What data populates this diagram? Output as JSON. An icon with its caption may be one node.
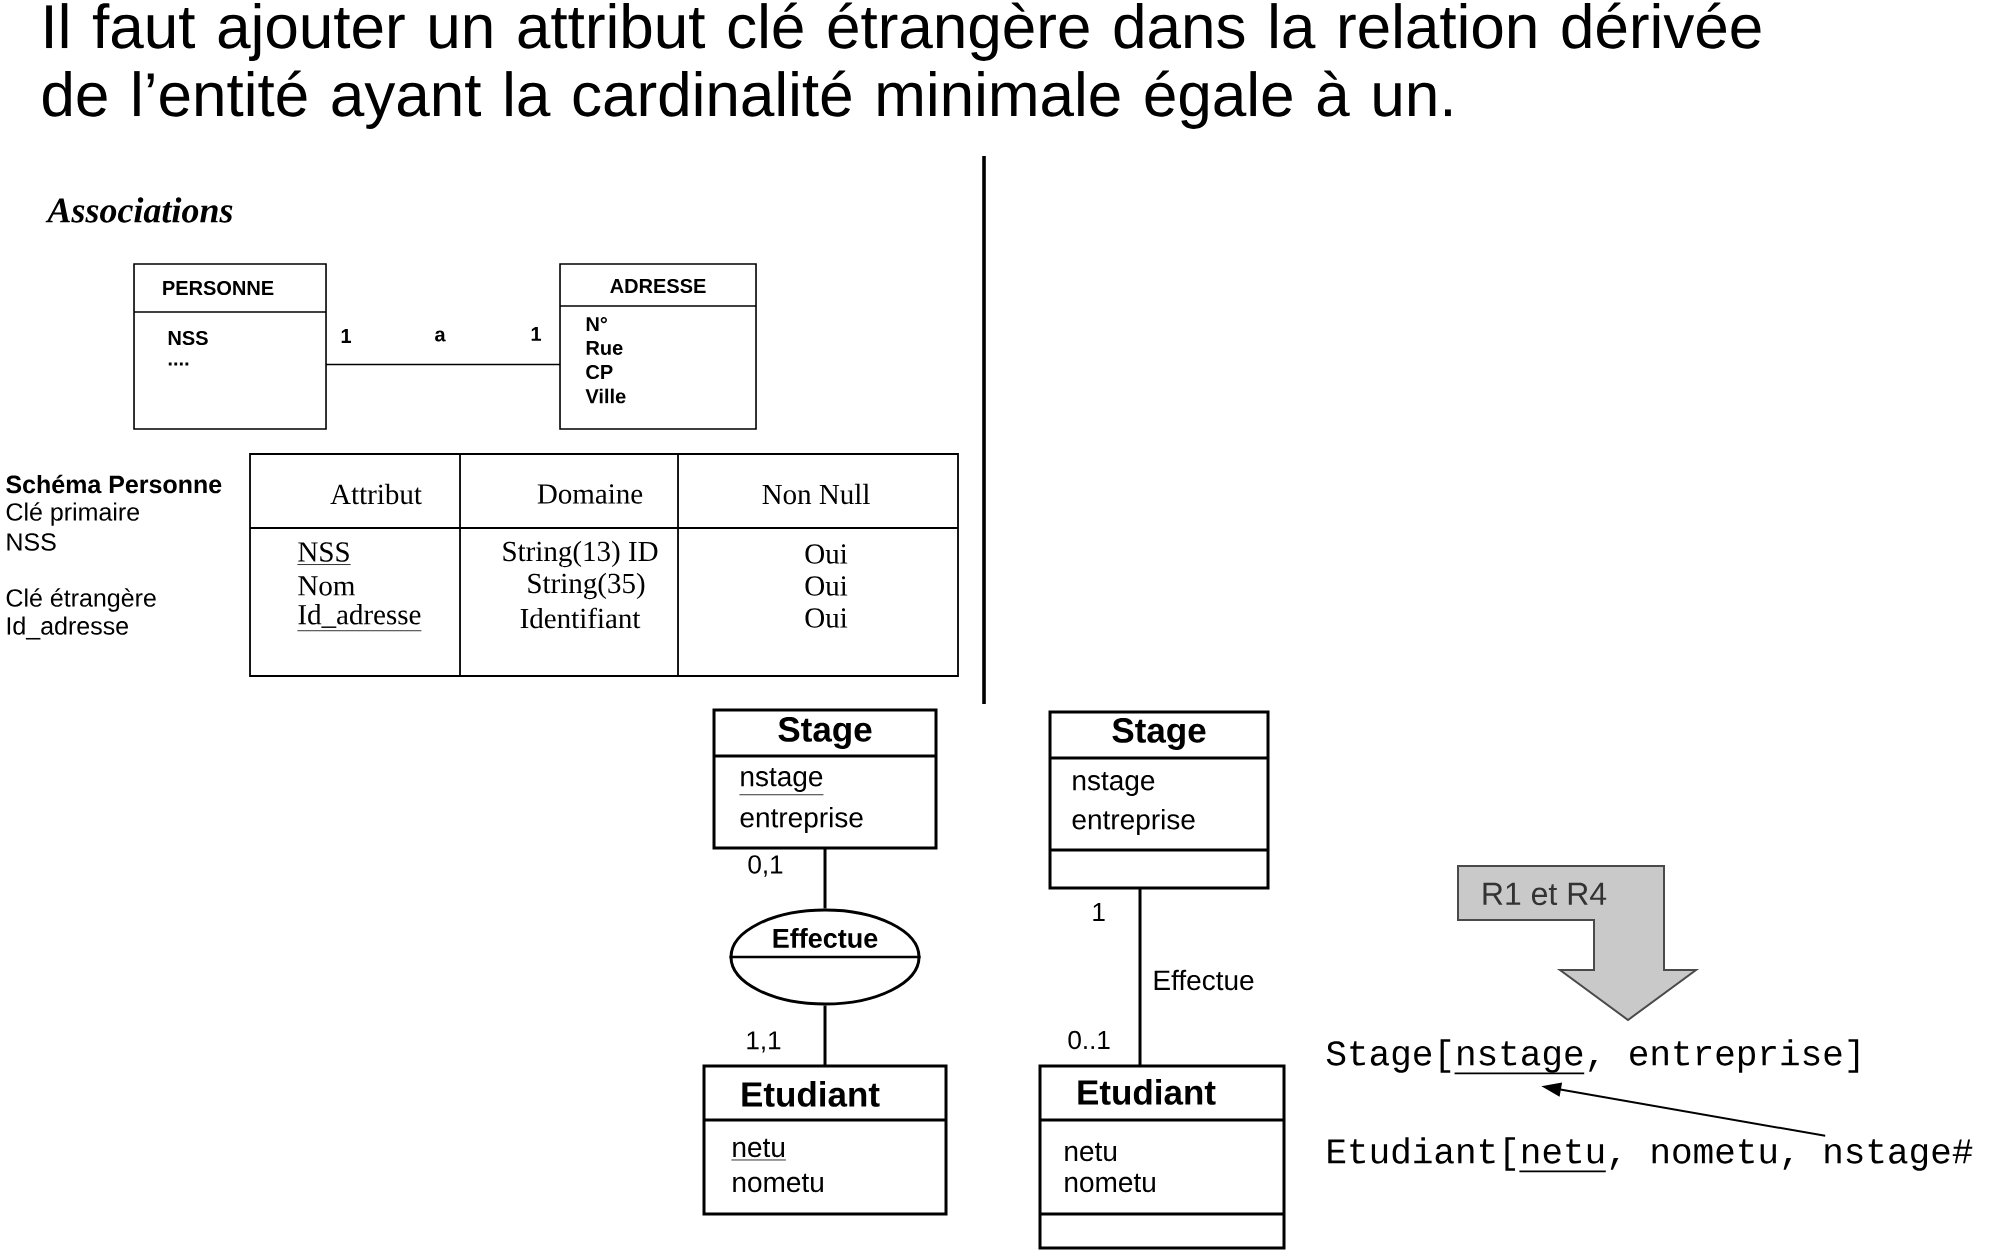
{
  "diagram": {
    "title": "Il faut ajouter un attribut clé étrangère dans la relation dérivée de l’entité ayant la cardinalité minimale égale à un.",
    "nodes": [
      {
        "text": [
          "PERSONNE",
          "NSS",
          "...."
        ]
      },
      {
        "text": [
          "ADRESSE",
          "N°",
          "Rue",
          "CP",
          "Ville"
        ]
      },
      {
        "text": [
          "Stage",
          "nstage",
          "entreprise"
        ]
      },
      {
        "text": [
          "Effectue"
        ]
      },
      {
        "text": [
          "Etudiant",
          "netu",
          "nometu"
        ]
      },
      {
        "text": [
          "Stage",
          "nstage",
          "entreprise"
        ]
      },
      {
        "text": [
          "Etudiant",
          "netu",
          "nometu"
        ]
      },
      {
        "text": [
          "R1 et R4"
        ]
      },
      {
        "text": [
          "Stage[nstage, entreprise]"
        ]
      },
      {
        "text": [
          "Etudiant[netu, nometu, nstage#"
        ]
      }
    ],
    "edges": [
      {
        "from": 0,
        "to": 1,
        "arrow": "none",
        "label": "a"
      },
      {
        "from": 2,
        "to": 3,
        "arrow": "none"
      },
      {
        "from": 3,
        "to": 4,
        "arrow": "none"
      },
      {
        "from": 5,
        "to": 6,
        "arrow": "none",
        "label": "Effectue"
      },
      {
        "from": 9,
        "to": 8,
        "arrow": "to"
      }
    ],
    "labels": [
      "Associations",
      "1",
      "1",
      "Schéma Personne",
      "Clé primaire",
      "NSS",
      "Clé étrangère",
      "Id_adresse",
      "Attribut",
      "Domaine",
      "Non Null",
      "NSS",
      "String(13) ID",
      "Oui",
      "Nom",
      "String(35)",
      "Oui",
      "Id_adresse",
      "Identifiant",
      "Oui",
      "0,1",
      "1,1",
      "1",
      "0..1"
    ]
  }
}
